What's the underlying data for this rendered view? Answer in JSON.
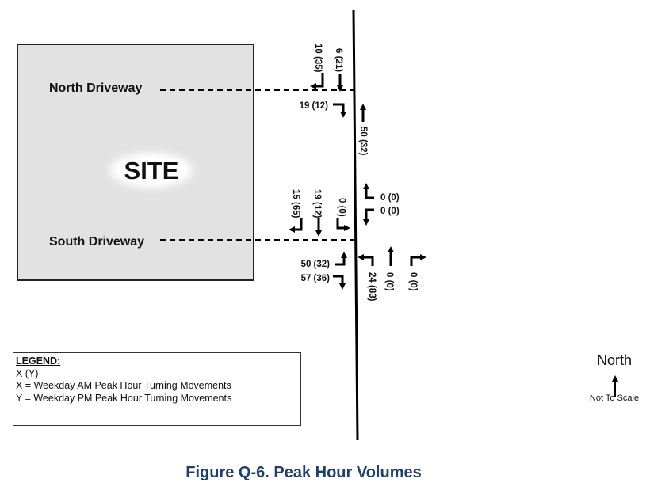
{
  "site_label": "SITE",
  "driveways": {
    "north": "North Driveway",
    "south": "South Driveway"
  },
  "volumes": {
    "north_sb_right": "10 (35)",
    "north_sb_thru": "6 (21)",
    "north_wb_right": "19 (12)",
    "north_nb_thru": "50 (32)",
    "south_sb_right": "15 (65)",
    "south_sb_thru": "19 (12)",
    "south_sb_left": "0 (0)",
    "south_eb_upper": "0 (0)",
    "south_eb_lower": "0 (0)",
    "south_wb_left": "50 (32)",
    "south_wb_right": "57 (36)",
    "south_nb_left": "24 (83)",
    "south_nb_thru": "0 (0)",
    "south_nb_right": "0 (0)"
  },
  "legend": {
    "title": "LEGEND:",
    "line1": "X (Y)",
    "line2": "X = Weekday AM Peak Hour Turning Movements",
    "line3": "Y = Weekday PM Peak Hour Turning Movements"
  },
  "north_arrow": {
    "label": "North",
    "scale_note": "Not To Scale"
  },
  "caption": "Figure Q-6. Peak Hour Volumes",
  "colors": {
    "site_fill": "#e2e2e2",
    "caption": "#1f3f6f"
  }
}
